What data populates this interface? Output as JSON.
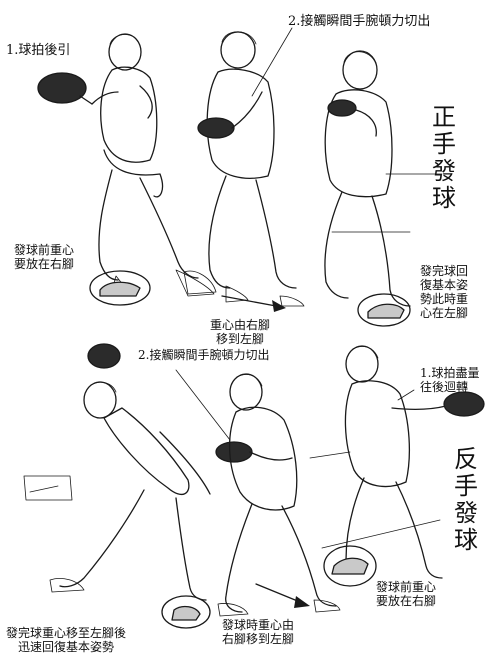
{
  "top_section": {
    "heading": "正手發球",
    "step1": "1.球拍後引",
    "step2": "2.接觸瞬間手腕頓力切出",
    "note_weight_before": [
      "發球前重心",
      "要放在右腳"
    ],
    "note_weight_shift": [
      "重心由右腳",
      "移到左腳"
    ],
    "note_after": [
      "發完球回",
      "復基本姿",
      "勢此時重",
      "心在左腳"
    ]
  },
  "bottom_section": {
    "heading": "反手發球",
    "step1": [
      "1.球拍盡量",
      "往後迴轉"
    ],
    "step2": "2.接觸瞬間手腕頓力切出",
    "note_weight_before": [
      "發球前重心",
      "要放在右腳"
    ],
    "note_weight_shift": [
      "發球時重心由",
      "右腳移到左腳"
    ],
    "note_after": [
      "發完球重心移至左腳後",
      "迅速回復基本姿勢"
    ]
  }
}
